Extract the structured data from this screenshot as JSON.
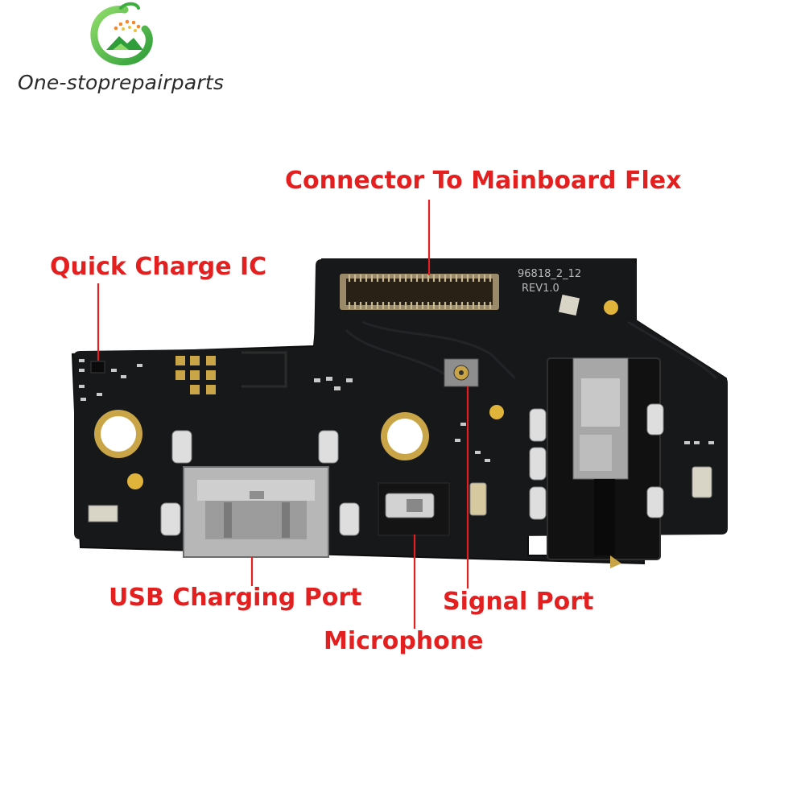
{
  "brand": {
    "name": "One-stoprepairparts"
  },
  "board": {
    "silkscreen_id": "96818_2_12",
    "silkscreen_rev": "REV1.0"
  },
  "labels": {
    "connector": "Connector To Mainboard Flex",
    "quick_charge": "Quick Charge IC",
    "usb": "USB Charging Port",
    "signal": "Signal Port",
    "microphone": "Microphone"
  },
  "colors": {
    "label": "#e41f1f",
    "pcb": "#17181a",
    "logo_green": "#5cc24a"
  }
}
